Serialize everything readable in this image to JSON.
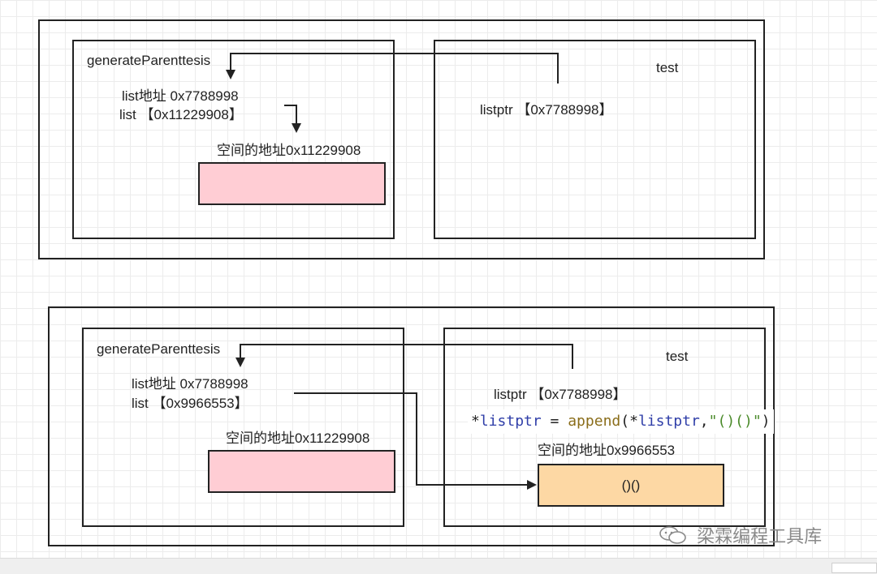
{
  "top": {
    "left_frame_label": "generateParenttesis",
    "list_addr": "list地址 0x7788998",
    "list_value": "list 【0x11229908】",
    "space_label": "空间的地址0x11229908",
    "right_frame_label": "test",
    "listptr": "listptr 【0x7788998】"
  },
  "bottom": {
    "left_frame_label": "generateParenttesis",
    "list_addr": "list地址 0x7788998",
    "list_value": "list 【0x9966553】",
    "space_label_old": "空间的地址0x11229908",
    "right_frame_label": "test",
    "listptr": "listptr 【0x7788998】",
    "code": {
      "deref": "*",
      "ptr1": "listptr",
      "assign": " = ",
      "fn": "append",
      "open": "(*",
      "ptr2": "listptr",
      "comma": ",",
      "str": "\"()()\"",
      "close": ")"
    },
    "space_label_new": "空间的地址0x9966553",
    "cell_value": "()()"
  },
  "watermark": "梁霖编程工具库",
  "colors": {
    "pink_cell": "#ffcdd4",
    "orange_cell": "#fdd8a4",
    "code_keyword": "#2f3ea8",
    "code_string": "#4a8a2a"
  }
}
